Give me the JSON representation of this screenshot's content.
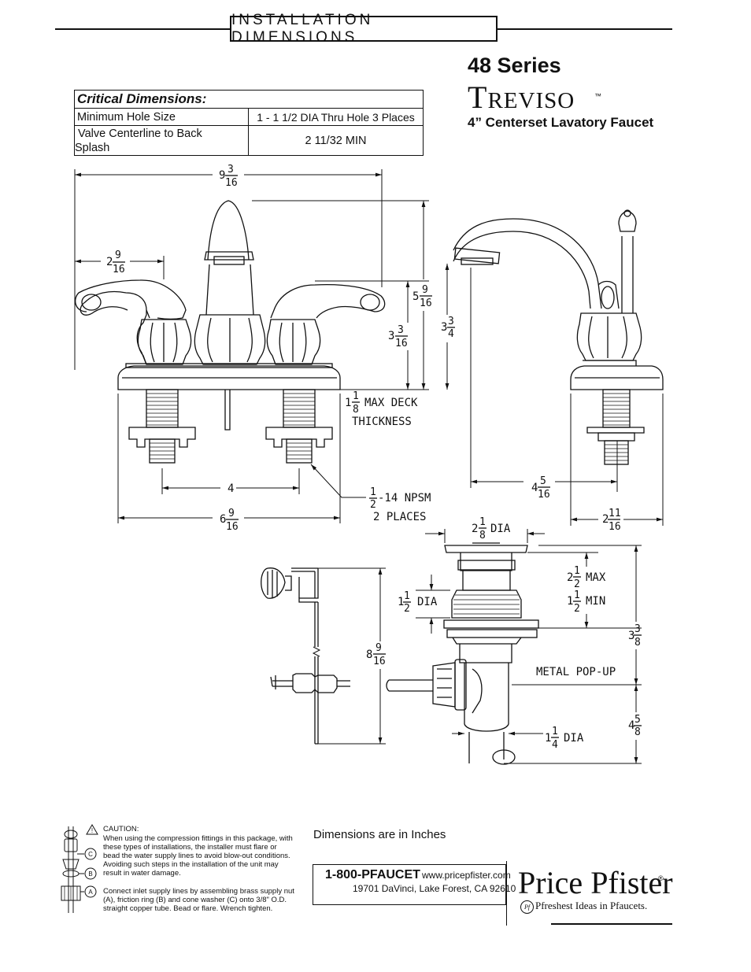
{
  "header": {
    "title": "INSTALLATION DIMENSIONS"
  },
  "product": {
    "series": "48 Series",
    "brand_initial": "T",
    "brand_rest": "REVISO",
    "trademark": "™",
    "subtitle": "4” Centerset Lavatory Faucet"
  },
  "critical": {
    "heading": "Critical Dimensions:",
    "rows": [
      {
        "label": "Minimum Hole Size",
        "value": "1 - 1 1/2 DIA Thru Hole 3 Places"
      },
      {
        "label_line1": "Valve Centerline to Back",
        "label_line2": "Splash",
        "value": "2 11/32 MIN"
      }
    ]
  },
  "dims": {
    "overall_width": {
      "whole": "9",
      "num": "3",
      "den": "16"
    },
    "handle_offset": {
      "whole": "2",
      "num": "9",
      "den": "16"
    },
    "spout_height": {
      "whole": "5",
      "num": "9",
      "den": "16"
    },
    "handle_height": {
      "whole": "3",
      "num": "3",
      "den": "16"
    },
    "side_height": {
      "whole": "3",
      "num": "3",
      "den": "4"
    },
    "deck": {
      "whole": "1",
      "num": "1",
      "den": "8",
      "line1": "MAX DECK",
      "line2": "THICKNESS"
    },
    "center": {
      "value": "4"
    },
    "reach": {
      "whole": "4",
      "num": "5",
      "den": "16"
    },
    "npsm": {
      "num": "1",
      "den": "2",
      "line1": "-14 NPSM",
      "line2": "2 PLACES"
    },
    "base_width": {
      "whole": "6",
      "num": "9",
      "den": "16"
    },
    "base_depth": {
      "whole": "2",
      "num": "11",
      "den": "16"
    },
    "flange_dia": {
      "whole": "2",
      "num": "1",
      "den": "8",
      "text": "DIA"
    },
    "max_dim": {
      "whole": "2",
      "num": "1",
      "den": "2",
      "text": "MAX"
    },
    "min_dim": {
      "whole": "1",
      "num": "1",
      "den": "2",
      "text": "MIN"
    },
    "body_dia": {
      "whole": "1",
      "num": "1",
      "den": "2",
      "text": "DIA"
    },
    "rod_len": {
      "whole": "8",
      "num": "9",
      "den": "16"
    },
    "popup_upper": {
      "whole": "3",
      "num": "3",
      "den": "8"
    },
    "popup_label": "METAL POP-UP",
    "popup_lower": {
      "whole": "4",
      "num": "5",
      "den": "8"
    },
    "tail_dia": {
      "whole": "1",
      "num": "1",
      "den": "4",
      "text": "DIA"
    }
  },
  "caution": {
    "title": "CAUTION:",
    "lines": [
      "When using the compression fittings in this package, with",
      "these types of installations, the installer must flare or",
      "bead the water supply lines to avoid blow-out conditions.",
      "Avoiding such steps in the installation of the unit may",
      "result in water damage."
    ],
    "lines2": [
      "Connect inlet supply lines by assembling brass supply nut",
      "(A), friction ring (B) and cone washer (C) onto 3/8\" O.D.",
      "straight copper tube. Bead or flare. Wrench tighten."
    ],
    "labels": [
      "C",
      "B",
      "A"
    ]
  },
  "footer": {
    "dims_note": "Dimensions are in Inches",
    "phone": "1-800-PFAUCET",
    "web": "www.pricepfister.com",
    "address": "19701 DaVinci, Lake Forest, CA  92610",
    "logo": "Price Pfister",
    "reg": "®",
    "mark": "Pf",
    "tagline": "Pfreshest Ideas in Pfaucets."
  }
}
